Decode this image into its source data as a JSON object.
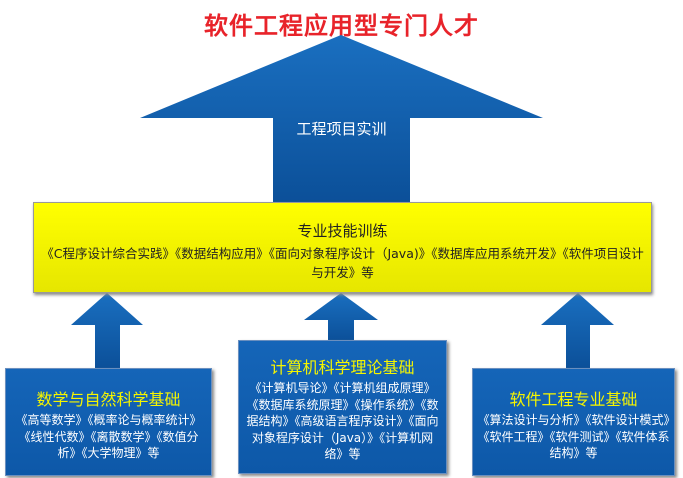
{
  "title": "软件工程应用型专门人才",
  "top_arrow_label": "工程项目实训",
  "skill": {
    "title": "专业技能训练",
    "desc": "《C程序设计综合实践》《数据结构应用》《面向对象程序设计（Java)》《数据库应用系统开发》《软件项目设计与开发》等"
  },
  "bases": [
    {
      "title": "数学与自然科学基础",
      "desc": "《高等数学》《概率论与概率统计》《线性代数》《离散数学》《数值分析》《大学物理》等"
    },
    {
      "title": "计算机科学理论基础",
      "desc": "《计算机导论》《计算机组成原理》《数据库系统原理》《操作系统》《数据结构》《高级语言程序设计》《面向对象程序设计（Java）》《计算机网络》等"
    },
    {
      "title": "软件工程专业基础",
      "desc": "《算法设计与分析》《软件设计模式》《软件工程》《软件测试》《软件体系结构》等"
    }
  ],
  "colors": {
    "title": "#e8232a",
    "arrow": "#0e5fae",
    "skill_box": "#ffff00",
    "base_box": "#1565b8",
    "base_title": "#f5f500"
  }
}
